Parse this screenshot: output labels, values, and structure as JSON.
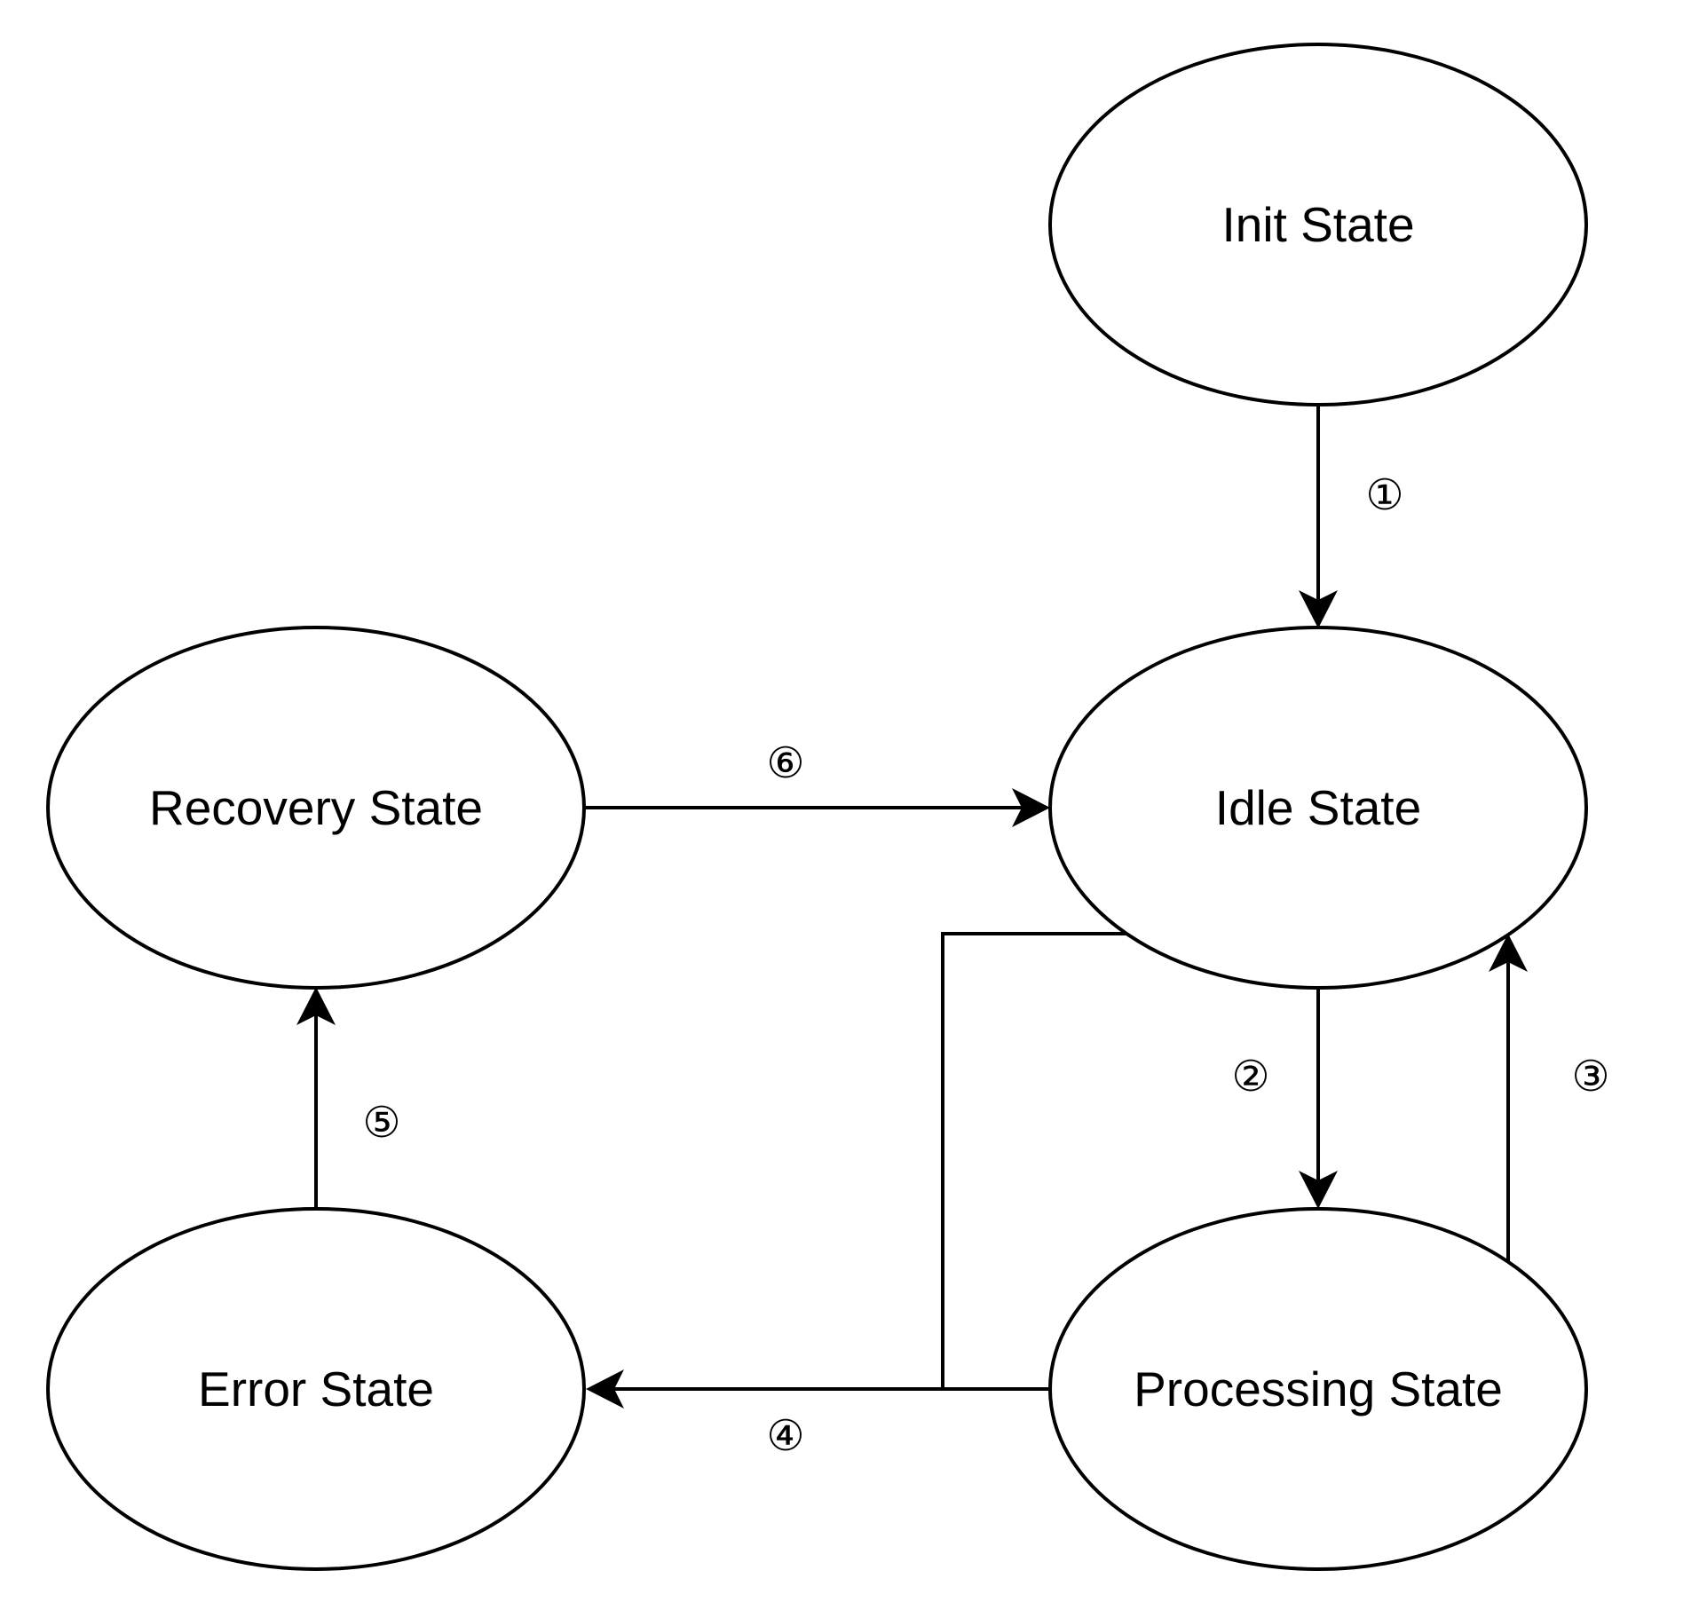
{
  "states": {
    "init": {
      "label": "Init State"
    },
    "idle": {
      "label": "Idle State"
    },
    "processing": {
      "label": "Processing State"
    },
    "error": {
      "label": "Error State"
    },
    "recovery": {
      "label": "Recovery State"
    }
  },
  "transitions": [
    {
      "id": "t1",
      "label": "①",
      "from": "Init State",
      "to": "Idle State"
    },
    {
      "id": "t2",
      "label": "②",
      "from": "Idle State",
      "to": "Processing State"
    },
    {
      "id": "t3",
      "label": "③",
      "from": "Processing State",
      "to": "Idle State"
    },
    {
      "id": "t4",
      "label": "④",
      "from": "Processing State",
      "to": "Error State"
    },
    {
      "id": "t5",
      "label": "⑤",
      "from": "Error State",
      "to": "Recovery State"
    },
    {
      "id": "t6",
      "label": "⑥",
      "from": "Recovery State",
      "to": "Idle State"
    }
  ],
  "colors": {
    "stroke": "#000000",
    "fill": "#ffffff",
    "background": "#ffffff"
  }
}
